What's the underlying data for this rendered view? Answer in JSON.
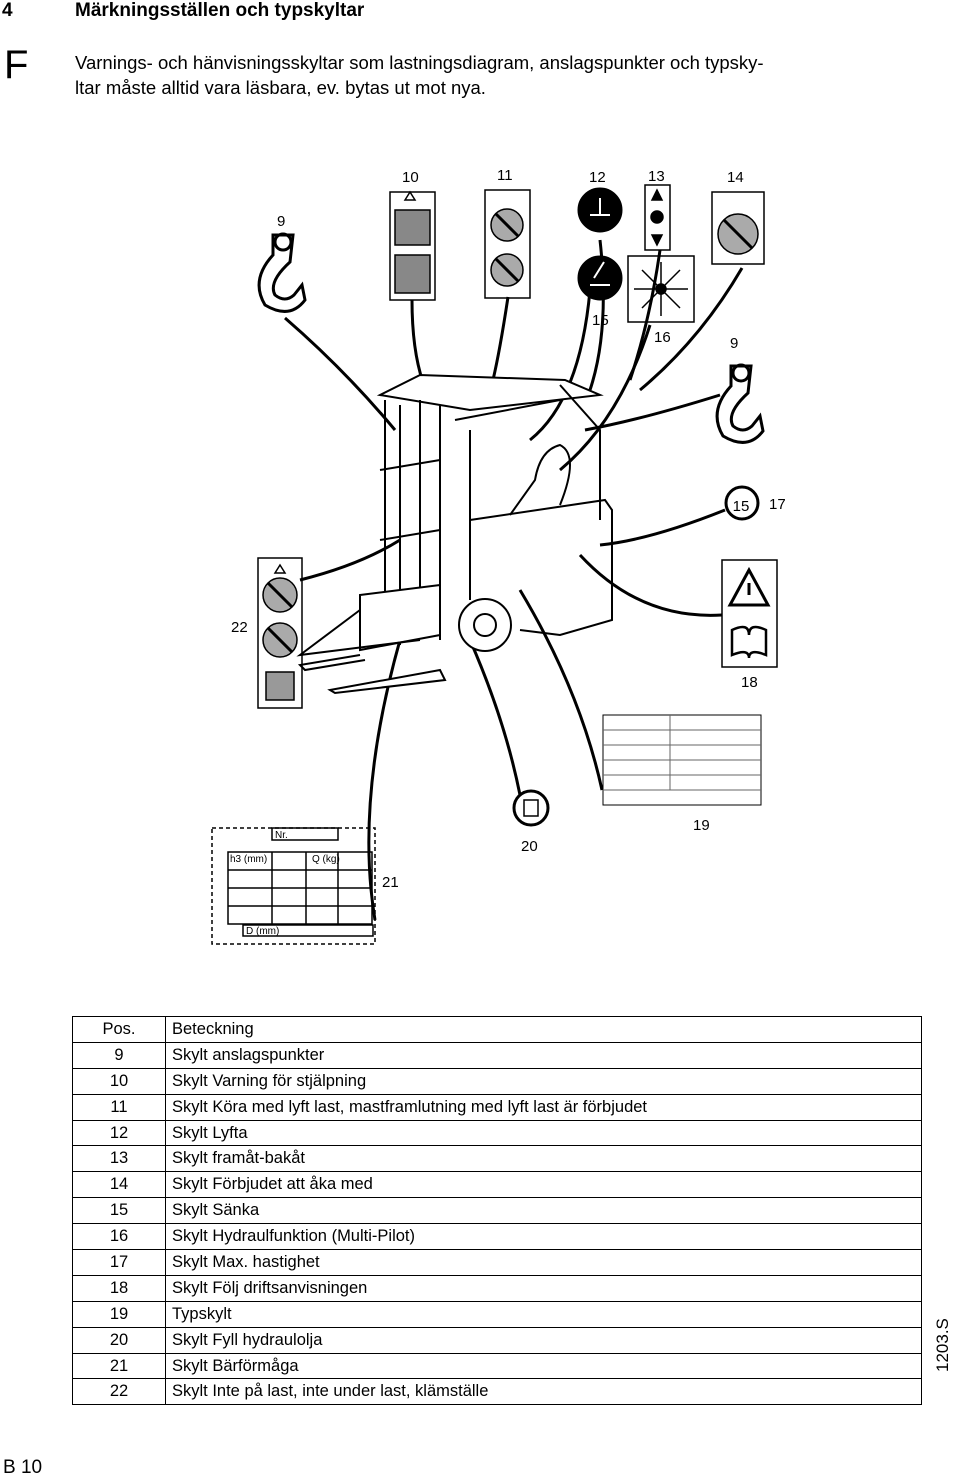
{
  "header": {
    "section_number": "4",
    "section_title": "Märkningsställen och typskyltar",
    "language_marker": "F",
    "intro_line1": "Varnings- och hänvisningsskyltar som lastningsdiagram, anslagspunkter och typsky-",
    "intro_line2": "ltar måste alltid vara läsbara, ev. bytas ut mot nya."
  },
  "figure": {
    "callouts": [
      "9",
      "10",
      "11",
      "12",
      "13",
      "14",
      "15",
      "16",
      "9",
      "17",
      "22",
      "18",
      "19",
      "20",
      "21"
    ],
    "speed_sign_value": "15",
    "load_plate": {
      "nr_label": "Nr.",
      "h3_label": "h3 (mm)",
      "q_label": "Q (kg)",
      "d_label": "D (mm)"
    }
  },
  "legend": {
    "header": {
      "pos": "Pos.",
      "desc": "Beteckning"
    },
    "rows": [
      {
        "pos": "9",
        "desc": "Skylt anslagspunkter"
      },
      {
        "pos": "10",
        "desc": "Skylt Varning för stjälpning"
      },
      {
        "pos": "11",
        "desc": "Skylt Köra med lyft last, mastframlutning med lyft last är förbjudet"
      },
      {
        "pos": "12",
        "desc": "Skylt Lyfta"
      },
      {
        "pos": "13",
        "desc": "Skylt framåt-bakåt"
      },
      {
        "pos": "14",
        "desc": "Skylt Förbjudet att åka med"
      },
      {
        "pos": "15",
        "desc": "Skylt Sänka"
      },
      {
        "pos": "16",
        "desc": "Skylt Hydraulfunktion (Multi-Pilot)"
      },
      {
        "pos": "17",
        "desc": "Skylt Max. hastighet"
      },
      {
        "pos": "18",
        "desc": "Skylt Följ driftsanvisningen"
      },
      {
        "pos": "19",
        "desc": "Typskylt"
      },
      {
        "pos": "20",
        "desc": "Skylt Fyll hydraulolja"
      },
      {
        "pos": "21",
        "desc": "Skylt Bärförmåga"
      },
      {
        "pos": "22",
        "desc": "Skylt Inte på last, inte under last, klämställe"
      }
    ]
  },
  "footer": {
    "doc_code": "1203.S",
    "page_number": "B 10"
  }
}
